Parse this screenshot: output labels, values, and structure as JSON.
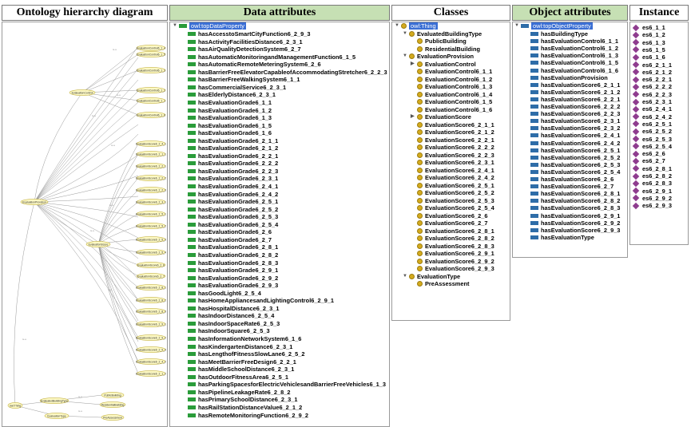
{
  "headers": {
    "hierarchy": "Ontology hierarchy diagram",
    "data_attributes": "Data attributes",
    "classes": "Classes",
    "object_attributes": "Object attributes",
    "instance": "Instance"
  },
  "colors": {
    "header_green": "#c6e0b4",
    "data_property_icon": "#2a9c3a",
    "object_property_icon": "#2e6da8",
    "class_icon": "#d4ab1d",
    "instance_icon": "#8e3c8e",
    "selection": "#3b6fd4"
  },
  "graph": {
    "root": "owl:Thing",
    "evaluated_building_type": "EvaluatedBuildingType",
    "public_building": "PublicBuilding",
    "residential_building": "ResidentialBuilding",
    "evaluation_type": "EvaluationType",
    "pre_assessment": "PreAssessment",
    "evaluation_provision": "EvaluationProvision",
    "evaluation_control": "EvaluationControl",
    "evaluation_score": "EvaluationScore",
    "control_leaves": [
      "EvaluationControl6_1_4",
      "EvaluationControl6_1_5",
      "EvaluationControl6_1_3",
      "EvaluationControl6_1_2",
      "EvaluationControl6_1_1",
      "EvaluationControl6_1_6"
    ],
    "score_leaves": [
      "EvaluationScore6_2_4_1",
      "EvaluationScore6_2_1_1",
      "EvaluationScore6_2_2_1",
      "EvaluationScore6_2_2_2",
      "EvaluationScore6_2_2_3",
      "EvaluationScore6_2_3_1",
      "EvaluationScore6_2_5_1",
      "EvaluationScore6_2_5_2",
      "EvaluationScore6_2_5_3",
      "EvaluationScore6_2_5_4",
      "EvaluationScore6_2_6",
      "EvaluationScore6_2_7",
      "EvaluationScore6_2_8_1",
      "EvaluationScore6_2_8_2",
      "EvaluationScore6_2_8_3",
      "EvaluationScore6_2_9_1",
      "EvaluationScore6_2_9_2",
      "EvaluationScore6_2_9_3",
      "EvaluationScore6_2_4_2",
      "EvaluationScore6_2_1_2"
    ],
    "edge_label": "is-a"
  },
  "data_attributes": {
    "root": "owl:topDataProperty",
    "items": [
      "hasAccesstoSmartCityFunction6_2_9_3",
      "hasActivityFacilitiesDistance6_2_3_1",
      "hasAirQualityDetectionSystem6_2_7",
      "hasAutomaticMonitoringandManagementFunction6_1_5",
      "hasAutomaticRemoteMeteringSystem6_2_6",
      "hasBarrierFreeElevatorCapableofAccommodatingStretcher6_2_2_3",
      "hasBarrierFreeWalkingSystem6_1_1",
      "hasCommercialService6_2_3_1",
      "hasElderlyDistance6_2_3_1",
      "hasEvaluationGrade6_1_1",
      "hasEvaluationGrade6_1_2",
      "hasEvaluationGrade6_1_3",
      "hasEvaluationGrade6_1_5",
      "hasEvaluationGrade6_1_6",
      "hasEvaluationGrade6_2_1_1",
      "hasEvaluationGrade6_2_1_2",
      "hasEvaluationGrade6_2_2_1",
      "hasEvaluationGrade6_2_2_2",
      "hasEvaluationGrade6_2_2_3",
      "hasEvaluationGrade6_2_3_1",
      "hasEvaluationGrade6_2_4_1",
      "hasEvaluationGrade6_2_4_2",
      "hasEvaluationGrade6_2_5_1",
      "hasEvaluationGrade6_2_5_2",
      "hasEvaluationGrade6_2_5_3",
      "hasEvaluationGrade6_2_5_4",
      "hasEvaluationGrade6_2_6",
      "hasEvaluationGrade6_2_7",
      "hasEvaluationGrade6_2_8_1",
      "hasEvaluationGrade6_2_8_2",
      "hasEvaluationGrade6_2_8_3",
      "hasEvaluationGrade6_2_9_1",
      "hasEvaluationGrade6_2_9_2",
      "hasEvaluationGrade6_2_9_3",
      "hasGoodLight6_2_5_4",
      "hasHomeAppliancesandLightingControl6_2_9_1",
      "hasHospitalDistance6_2_3_1",
      "hasIndoorDistance6_2_5_4",
      "hasIndoorSpaceRate6_2_5_3",
      "hasIndoorSquare6_2_5_3",
      "hasInformationNetworkSystem6_1_6",
      "hasKindergartenDistance6_2_3_1",
      "hasLengthofFitnessSlowLane6_2_5_2",
      "hasMeetBarrierFreeDesign6_2_2_1",
      "hasMiddleSchoolDistance6_2_3_1",
      "hasOutdoorFitnessArea6_2_5_1",
      "hasParkingSpacesforElectricVehiclesandBarrierFreeVehicles6_1_3",
      "hasPipelineLeakageRate6_2_8_2",
      "hasPrimarySchoolDistance6_2_3_1",
      "hasRailStationDistanceValue6_2_1_2",
      "hasRemoteMonitoringFunction6_2_9_2"
    ]
  },
  "classes": {
    "root": "owl:Thing",
    "evaluated_building_type": "EvaluatedBuildingType",
    "building_types": [
      "PublicBuilding",
      "ResidentialBuilding"
    ],
    "evaluation_provision": "EvaluationProvision",
    "evaluation_control": "EvaluationControl",
    "controls": [
      "EvaluationControl6_1_1",
      "EvaluationControl6_1_2",
      "EvaluationControl6_1_3",
      "EvaluationControl6_1_4",
      "EvaluationControl6_1_5",
      "EvaluationControl6_1_6"
    ],
    "evaluation_score": "EvaluationScore",
    "scores": [
      "EvaluationScore6_2_1_1",
      "EvaluationScore6_2_1_2",
      "EvaluationScore6_2_2_1",
      "EvaluationScore6_2_2_2",
      "EvaluationScore6_2_2_3",
      "EvaluationScore6_2_3_1",
      "EvaluationScore6_2_4_1",
      "EvaluationScore6_2_4_2",
      "EvaluationScore6_2_5_1",
      "EvaluationScore6_2_5_2",
      "EvaluationScore6_2_5_3",
      "EvaluationScore6_2_5_4",
      "EvaluationScore6_2_6",
      "EvaluationScore6_2_7",
      "EvaluationScore6_2_8_1",
      "EvaluationScore6_2_8_2",
      "EvaluationScore6_2_8_3",
      "EvaluationScore6_2_9_1",
      "EvaluationScore6_2_9_2",
      "EvaluationScore6_2_9_3"
    ],
    "evaluation_type": "EvaluationType",
    "types": [
      "PreAssessment"
    ]
  },
  "object_attributes": {
    "root": "owl:topObjectProperty",
    "items": [
      "hasBuildingType",
      "hasEvaluationControl6_1_1",
      "hasEvaluationControl6_1_2",
      "hasEvaluationControl6_1_3",
      "hasEvaluationControl6_1_5",
      "hasEvaluationControl6_1_6",
      "hasEvaluationProvision",
      "hasEvaluationScore6_2_1_1",
      "hasEvaluationScore6_2_1_2",
      "hasEvaluationScore6_2_2_1",
      "hasEvaluationScore6_2_2_2",
      "hasEvaluationScore6_2_2_3",
      "hasEvaluationScore6_2_3_1",
      "hasEvaluationScore6_2_3_2",
      "hasEvaluationScore6_2_4_1",
      "hasEvaluationScore6_2_4_2",
      "hasEvaluationScore6_2_5_1",
      "hasEvaluationScore6_2_5_2",
      "hasEvaluationScore6_2_5_3",
      "hasEvaluationScore6_2_5_4",
      "hasEvaluationScore6_2_6",
      "hasEvaluationScore6_2_7",
      "hasEvaluationScore6_2_8_1",
      "hasEvaluationScore6_2_8_2",
      "hasEvaluationScore6_2_8_3",
      "hasEvaluationScore6_2_9_1",
      "hasEvaluationScore6_2_9_2",
      "hasEvaluationScore6_2_9_3",
      "hasEvaluationType"
    ]
  },
  "instances": {
    "items": [
      "es6_1_1",
      "es6_1_2",
      "es6_1_3",
      "es6_1_5",
      "es6_1_6",
      "es6_2_1_1",
      "es6_2_1_2",
      "es6_2_2_1",
      "es6_2_2_2",
      "es6_2_2_3",
      "es6_2_3_1",
      "es6_2_4_1",
      "es6_2_4_2",
      "es6_2_5_1",
      "es6_2_5_2",
      "es6_2_5_3",
      "es6_2_5_4",
      "es6_2_6",
      "es6_2_7",
      "es6_2_8_1",
      "es6_2_8_2",
      "es6_2_8_3",
      "es6_2_9_1",
      "es6_2_9_2",
      "es6_2_9_3"
    ]
  }
}
